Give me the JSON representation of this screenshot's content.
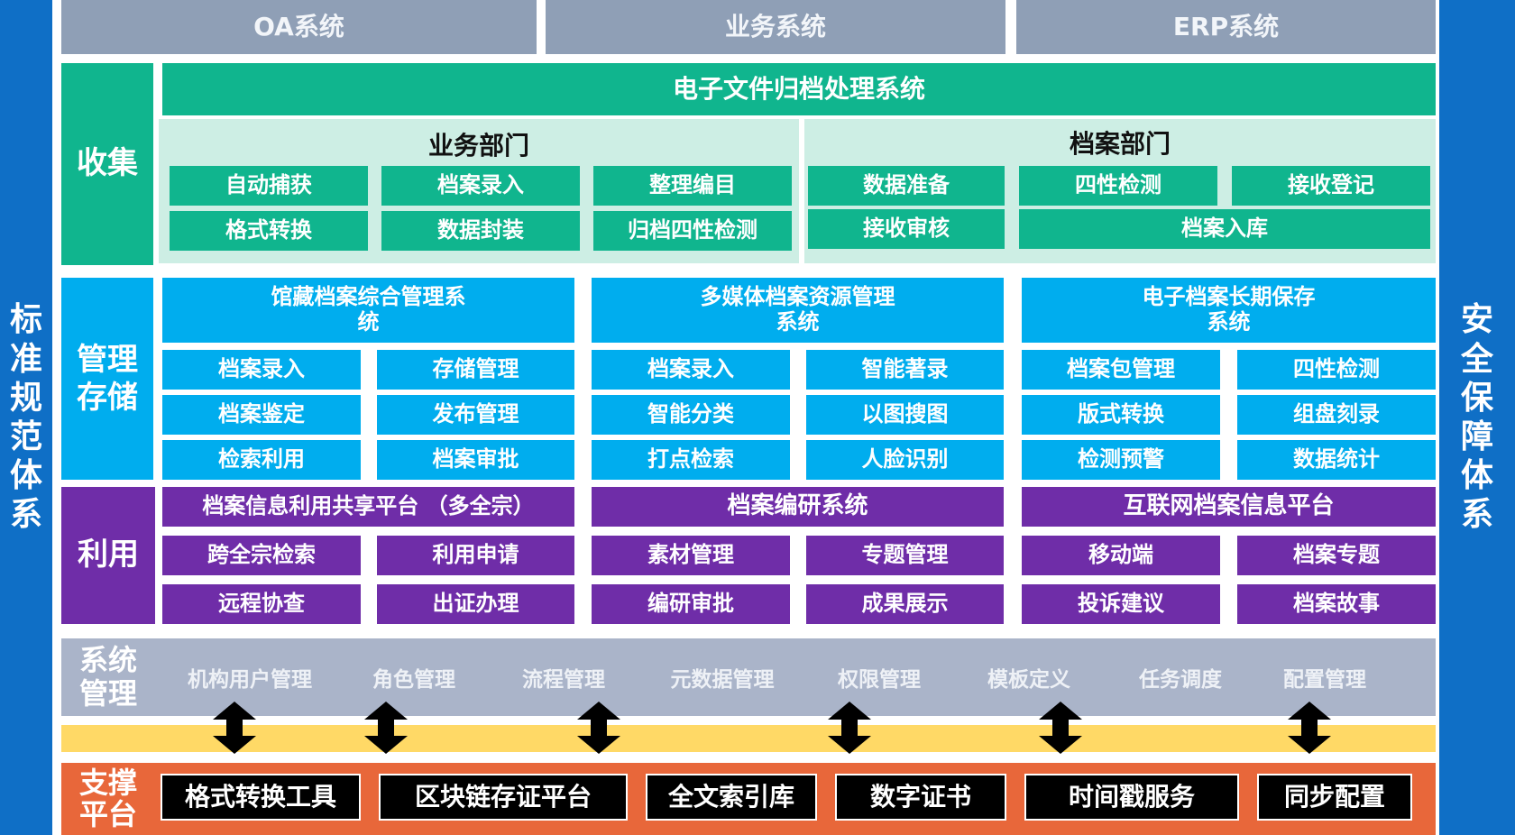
{
  "side": {
    "left": "标准规范体系",
    "right": "安全保障体系"
  },
  "top": [
    "OA系统",
    "业务系统",
    "ERP系统"
  ],
  "collect": {
    "label": "收集",
    "title": "电子文件归档处理系统",
    "business": {
      "title": "业务部门",
      "items": [
        "自动捕获",
        "档案录入",
        "整理编目",
        "格式转换",
        "数据封装",
        "归档四性检测"
      ]
    },
    "archive": {
      "title": "档案部门",
      "items": [
        "数据准备",
        "四性检测",
        "接收登记",
        "接收审核",
        "档案入库"
      ]
    }
  },
  "manage": {
    "label": "管理存储",
    "systems": [
      {
        "title": "馆藏档案综合管理系统",
        "items": [
          "档案录入",
          "存储管理",
          "档案鉴定",
          "发布管理",
          "检索利用",
          "档案审批"
        ]
      },
      {
        "title": "多媒体档案资源管理系统",
        "items": [
          "档案录入",
          "智能著录",
          "智能分类",
          "以图搜图",
          "打点检索",
          "人脸识别"
        ]
      },
      {
        "title": "电子档案长期保存系统",
        "items": [
          "档案包管理",
          "四性检测",
          "版式转换",
          "组盘刻录",
          "检测预警",
          "数据统计"
        ]
      }
    ]
  },
  "use": {
    "label": "利用",
    "systems": [
      {
        "title": "档案信息利用共享平台 （多全宗）",
        "items": [
          "跨全宗检索",
          "利用申请",
          "远程协查",
          "出证办理"
        ]
      },
      {
        "title": "档案编研系统",
        "items": [
          "素材管理",
          "专题管理",
          "编研审批",
          "成果展示"
        ]
      },
      {
        "title": "互联网档案信息平台",
        "items": [
          "移动端",
          "档案专题",
          "投诉建议",
          "档案故事"
        ]
      }
    ]
  },
  "system": {
    "label": "系统管理",
    "items": [
      "机构用户管理",
      "角色管理",
      "流程管理",
      "元数据管理",
      "权限管理",
      "模板定义",
      "任务调度",
      "配置管理"
    ]
  },
  "support": {
    "label": "支撑平台",
    "items": [
      "格式转换工具",
      "区块链存证平台",
      "全文索引库",
      "数字证书",
      "时间戳服务",
      "同步配置"
    ]
  },
  "colors": {
    "side": "#0f6fc6",
    "green": "#10b58e",
    "blue": "#00adee",
    "purple": "#6f2da8",
    "gray": "#aab4c9",
    "yellow": "#ffd966",
    "orange": "#e8673a"
  }
}
